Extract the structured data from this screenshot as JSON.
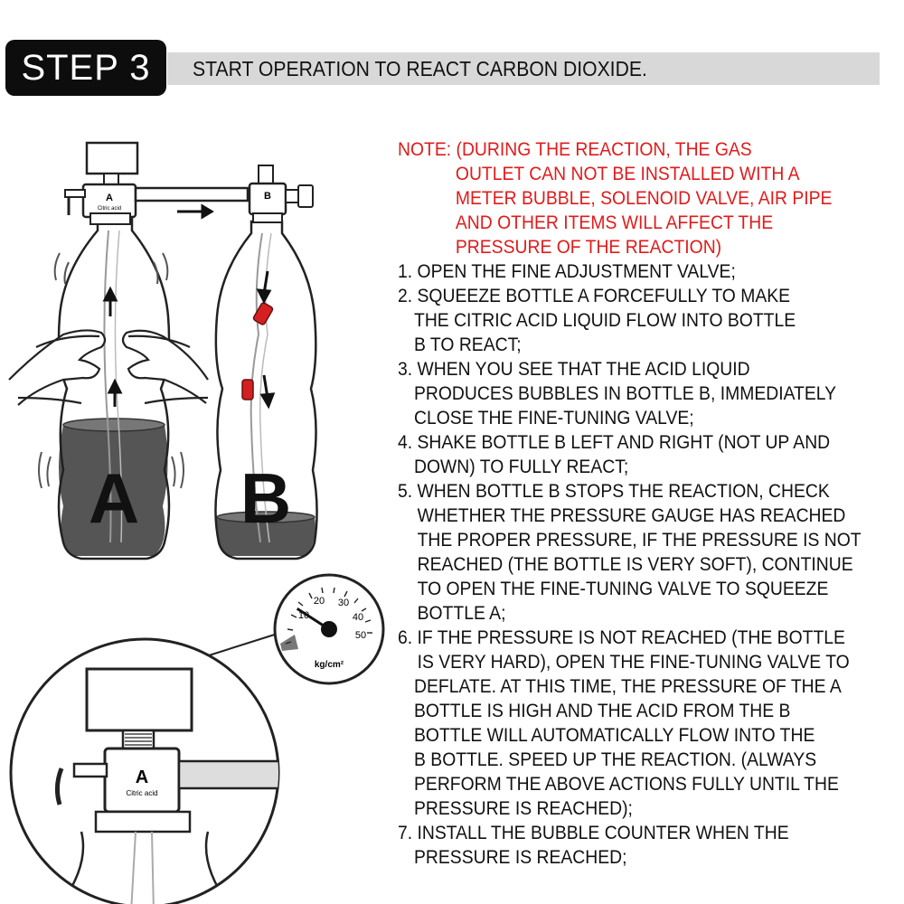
{
  "header": {
    "step_label": "STEP 3",
    "subtitle": "START OPERATION TO REACT CARBON DIOXIDE."
  },
  "illustration": {
    "bottle_a_letter": "A",
    "bottle_b_letter": "B",
    "cap_a_letter": "A",
    "cap_a_sub": "Citric acid",
    "cap_b_letter": "B",
    "zoom_cap_letter": "A",
    "zoom_cap_sub": "Citric acid",
    "gauge": {
      "ticks": [
        "10",
        "20",
        "30",
        "40",
        "50"
      ],
      "unit": "kg/cm²",
      "reading": 12
    }
  },
  "note": {
    "lines": [
      "NOTE: (DURING THE REACTION, THE GAS",
      "OUTLET CAN NOT BE INSTALLED WITH A",
      "METER BUBBLE, SOLENOID VALVE, AIR PIPE",
      "AND OTHER ITEMS WILL AFFECT THE",
      "PRESSURE OF THE REACTION)"
    ],
    "color": "#e01b1b"
  },
  "instructions": {
    "lines": [
      "1. OPEN THE FINE ADJUSTMENT VALVE;",
      "2. SQUEEZE BOTTLE A FORCEFULLY TO MAKE",
      "THE CITRIC ACID LIQUID FLOW INTO BOTTLE",
      "B TO REACT;",
      "3. WHEN YOU SEE THAT THE ACID LIQUID",
      "PRODUCES BUBBLES IN BOTTLE B, IMMEDIATELY",
      "CLOSE THE FINE-TUNING VALVE;",
      "4. SHAKE BOTTLE B LEFT AND RIGHT (NOT UP AND",
      "DOWN) TO FULLY REACT;",
      "5. WHEN BOTTLE B STOPS THE REACTION, CHECK",
      "WHETHER THE PRESSURE GAUGE HAS REACHED",
      "THE PROPER PRESSURE, IF THE PRESSURE IS NOT",
      "REACHED (THE BOTTLE IS VERY SOFT), CONTINUE",
      "TO OPEN THE FINE-TUNING VALVE TO SQUEEZE",
      "BOTTLE A;",
      "6. IF THE PRESSURE IS NOT REACHED (THE BOTTLE",
      "IS VERY HARD), OPEN THE FINE-TUNING VALVE TO",
      "DEFLATE. AT THIS TIME, THE PRESSURE OF THE A",
      "BOTTLE IS HIGH AND THE ACID FROM THE B",
      "BOTTLE WILL AUTOMATICALLY FLOW INTO THE",
      "B BOTTLE. SPEED UP THE REACTION. (ALWAYS",
      "PERFORM THE ABOVE ACTIONS FULLY UNTIL THE",
      "PRESSURE IS REACHED);",
      "7. INSTALL THE BUBBLE COUNTER WHEN THE",
      "PRESSURE IS REACHED;"
    ]
  }
}
